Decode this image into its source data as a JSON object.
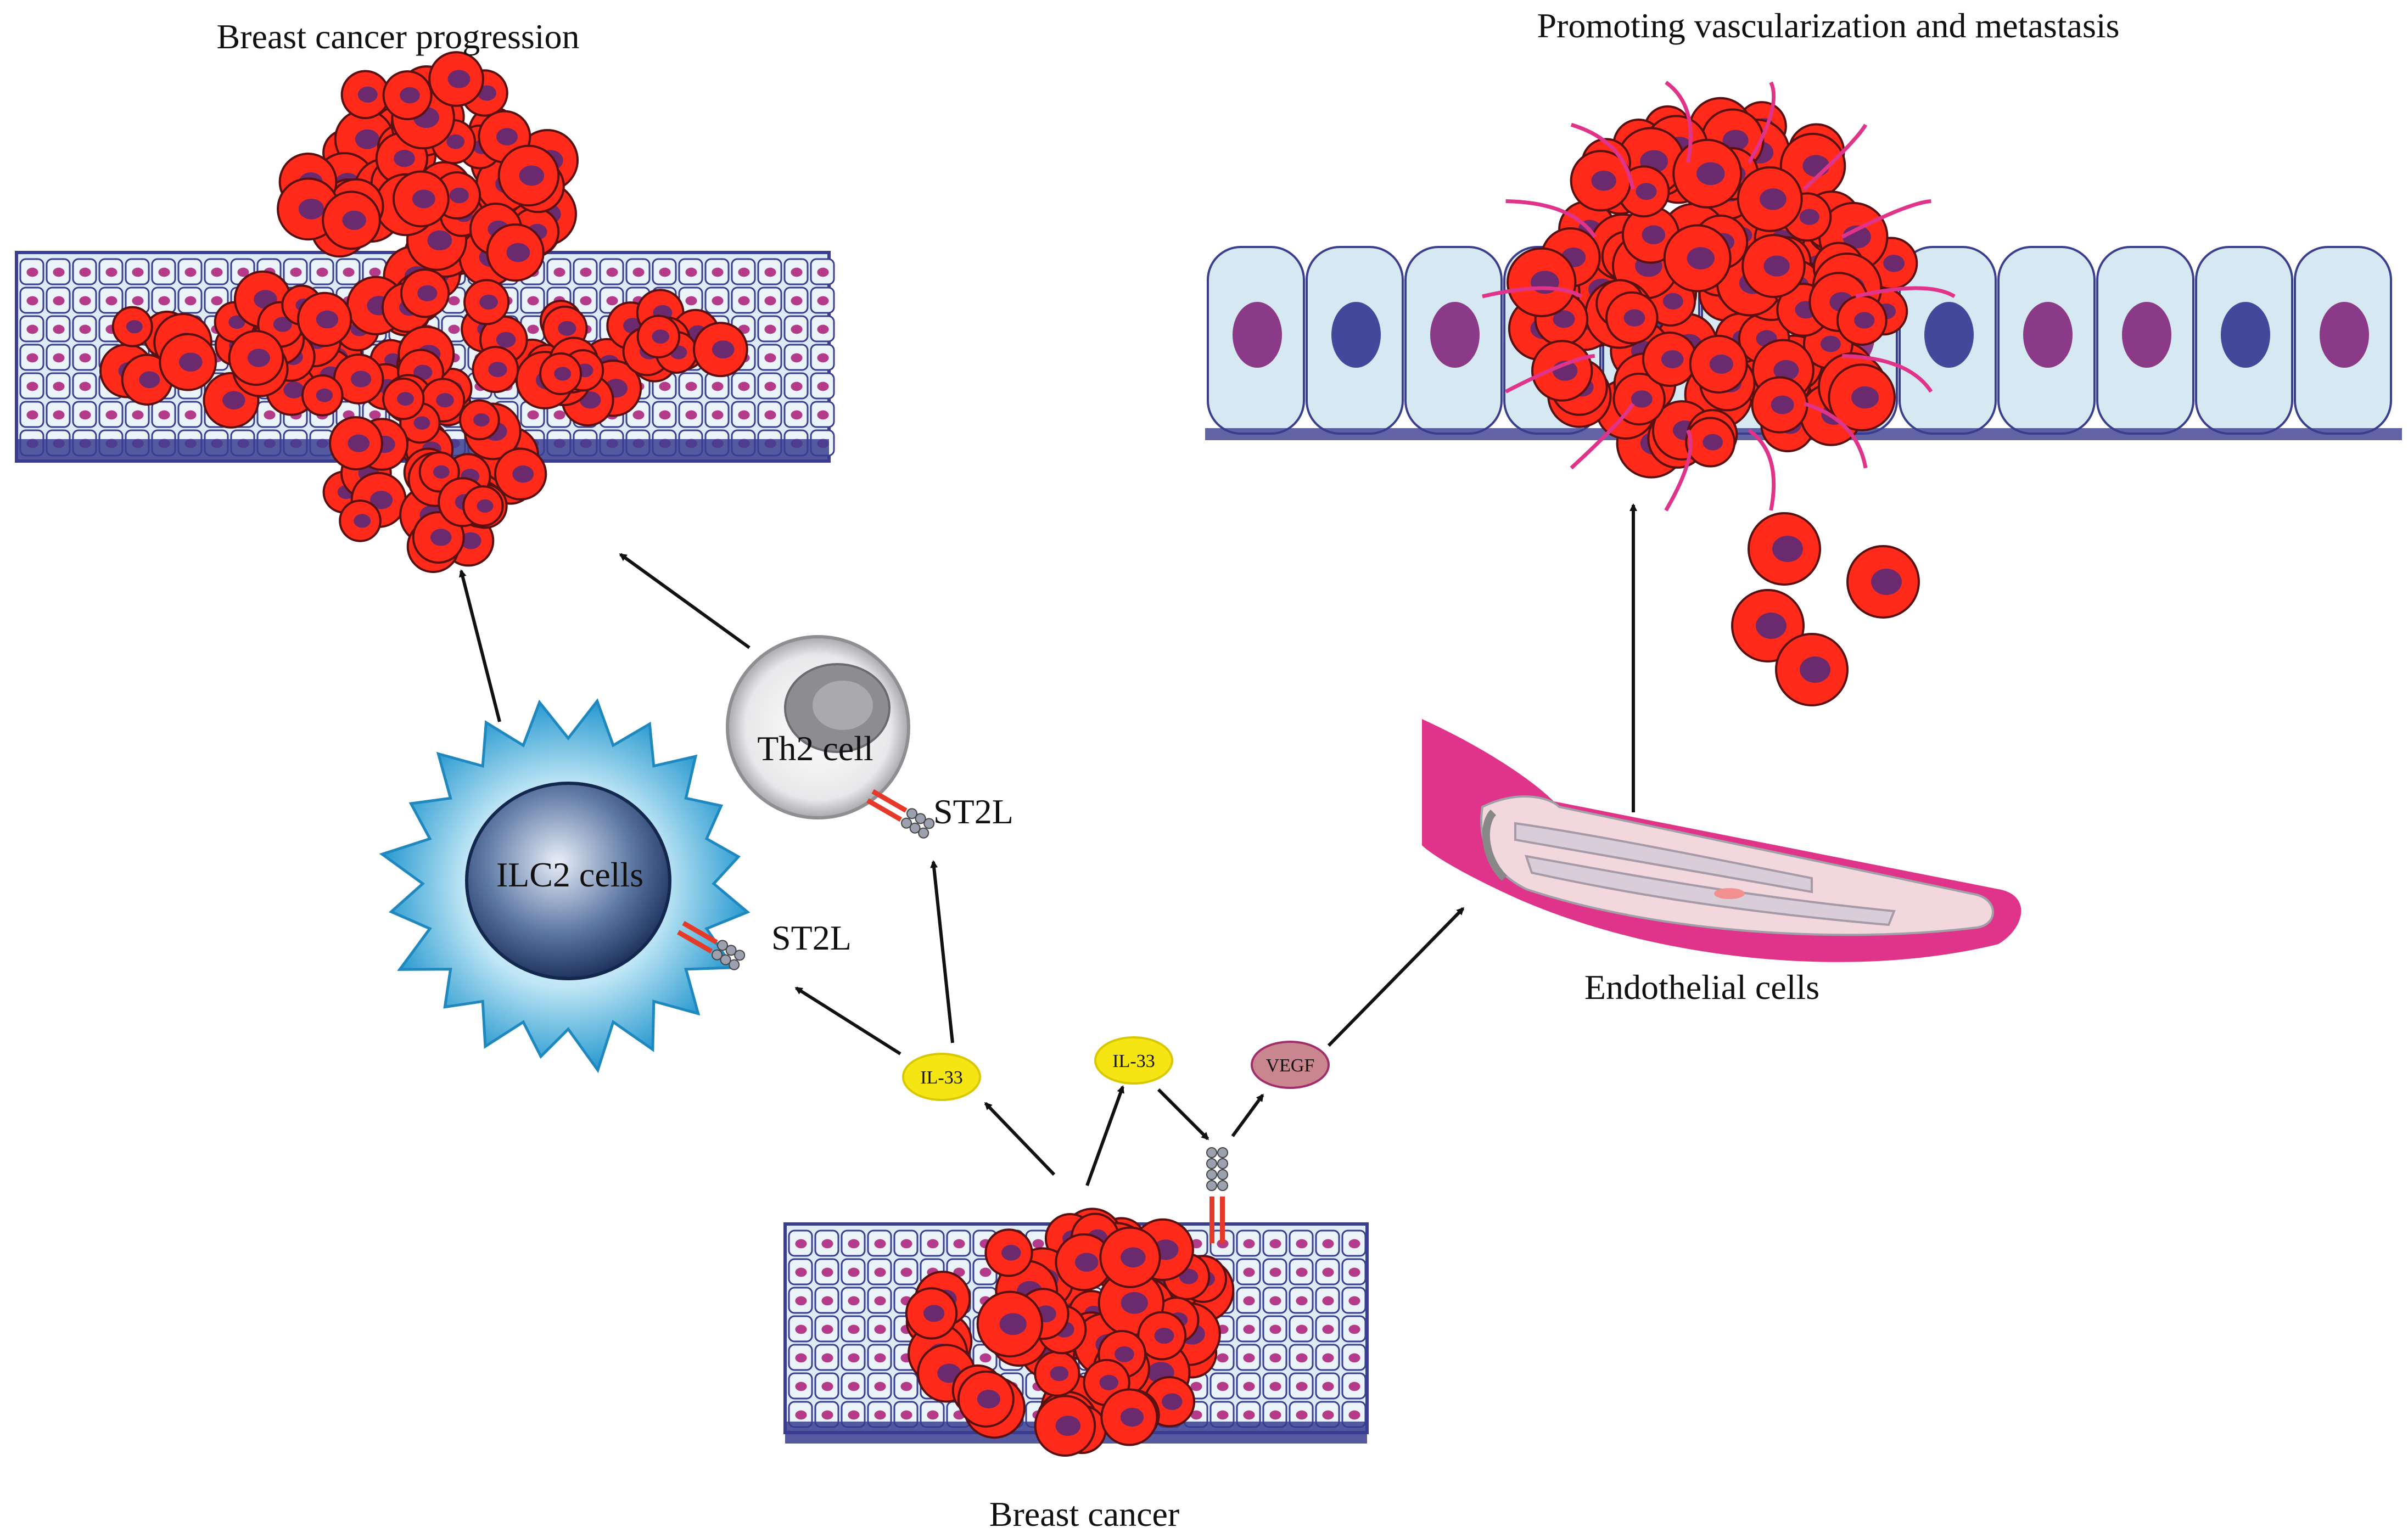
{
  "titles": {
    "left": "Breast cancer progression",
    "right": "Promoting vascularization and metastasis",
    "bottom": "Breast cancer"
  },
  "cells": {
    "ilc2": "ILC2 cells",
    "th2": "Th2 cell",
    "endothelial": "Endothelial cells"
  },
  "receptors": {
    "ilc2_receptor": "ST2L",
    "th2_receptor": "ST2L"
  },
  "cytokines": {
    "il33_left": "IL-33",
    "il33_right": "IL-33",
    "vegf": "VEGF"
  },
  "colors": {
    "tumor": "#ff2a1a",
    "nucleus": "#6b2a6e",
    "epithelium": "#dcebf4",
    "membrane": "#3b3d8f",
    "vessel": "#e0338a",
    "il33": "#f5e613",
    "vegf": "#c9868f",
    "ilc2": "#3fa9d6",
    "th2": "#cfcfd2"
  }
}
